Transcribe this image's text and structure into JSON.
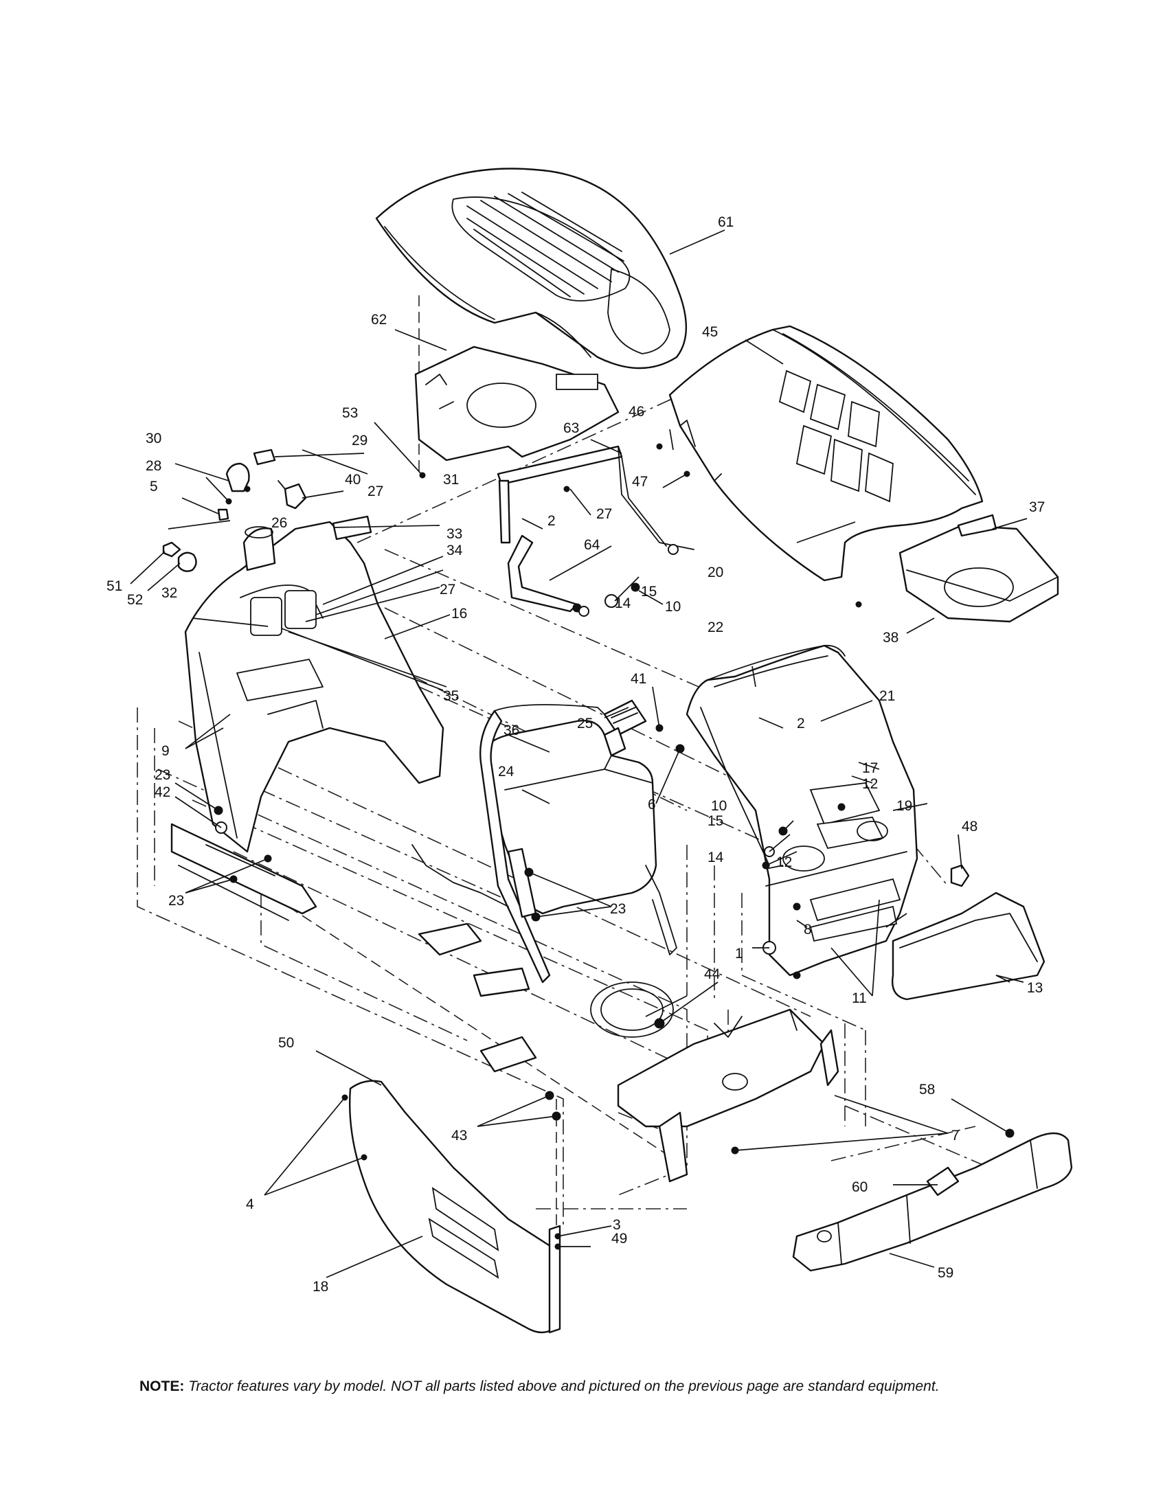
{
  "callouts": [
    {
      "id": "c1",
      "text": "1"
    },
    {
      "id": "c2a",
      "text": "2"
    },
    {
      "id": "c2b",
      "text": "2"
    },
    {
      "id": "c3",
      "text": "3"
    },
    {
      "id": "c4",
      "text": "4"
    },
    {
      "id": "c5",
      "text": "5"
    },
    {
      "id": "c6",
      "text": "6"
    },
    {
      "id": "c7",
      "text": "7"
    },
    {
      "id": "c8",
      "text": "8"
    },
    {
      "id": "c9",
      "text": "9"
    },
    {
      "id": "c10a",
      "text": "10"
    },
    {
      "id": "c10b",
      "text": "10"
    },
    {
      "id": "c11",
      "text": "11"
    },
    {
      "id": "c12a",
      "text": "12"
    },
    {
      "id": "c12b",
      "text": "12"
    },
    {
      "id": "c13",
      "text": "13"
    },
    {
      "id": "c14a",
      "text": "14"
    },
    {
      "id": "c14b",
      "text": "14"
    },
    {
      "id": "c15a",
      "text": "15"
    },
    {
      "id": "c15b",
      "text": "15"
    },
    {
      "id": "c16",
      "text": "16"
    },
    {
      "id": "c17",
      "text": "17"
    },
    {
      "id": "c18",
      "text": "18"
    },
    {
      "id": "c19",
      "text": "19"
    },
    {
      "id": "c20",
      "text": "20"
    },
    {
      "id": "c21",
      "text": "21"
    },
    {
      "id": "c22",
      "text": "22"
    },
    {
      "id": "c23a",
      "text": "23"
    },
    {
      "id": "c23b",
      "text": "23"
    },
    {
      "id": "c23c",
      "text": "23"
    },
    {
      "id": "c24",
      "text": "24"
    },
    {
      "id": "c25",
      "text": "25"
    },
    {
      "id": "c26",
      "text": "26"
    },
    {
      "id": "c27a",
      "text": "27"
    },
    {
      "id": "c27b",
      "text": "27"
    },
    {
      "id": "c27c",
      "text": "27"
    },
    {
      "id": "c28",
      "text": "28"
    },
    {
      "id": "c29",
      "text": "29"
    },
    {
      "id": "c30",
      "text": "30"
    },
    {
      "id": "c31",
      "text": "31"
    },
    {
      "id": "c32",
      "text": "32"
    },
    {
      "id": "c33",
      "text": "33"
    },
    {
      "id": "c34",
      "text": "34"
    },
    {
      "id": "c35",
      "text": "35"
    },
    {
      "id": "c36",
      "text": "36"
    },
    {
      "id": "c37",
      "text": "37"
    },
    {
      "id": "c38",
      "text": "38"
    },
    {
      "id": "c40",
      "text": "40"
    },
    {
      "id": "c41",
      "text": "41"
    },
    {
      "id": "c42",
      "text": "42"
    },
    {
      "id": "c43",
      "text": "43"
    },
    {
      "id": "c44",
      "text": "44"
    },
    {
      "id": "c45",
      "text": "45"
    },
    {
      "id": "c46",
      "text": "46"
    },
    {
      "id": "c47",
      "text": "47"
    },
    {
      "id": "c48",
      "text": "48"
    },
    {
      "id": "c49",
      "text": "49"
    },
    {
      "id": "c50",
      "text": "50"
    },
    {
      "id": "c51",
      "text": "51"
    },
    {
      "id": "c52",
      "text": "52"
    },
    {
      "id": "c53",
      "text": "53"
    },
    {
      "id": "c58",
      "text": "58"
    },
    {
      "id": "c59",
      "text": "59"
    },
    {
      "id": "c60",
      "text": "60"
    },
    {
      "id": "c61",
      "text": "61"
    },
    {
      "id": "c62",
      "text": "62"
    },
    {
      "id": "c63",
      "text": "63"
    },
    {
      "id": "c64",
      "text": "64"
    }
  ],
  "note": {
    "label": "NOTE:",
    "text": " Tractor features vary by model. NOT all parts listed above and pictured on the previous page are standard equipment."
  }
}
